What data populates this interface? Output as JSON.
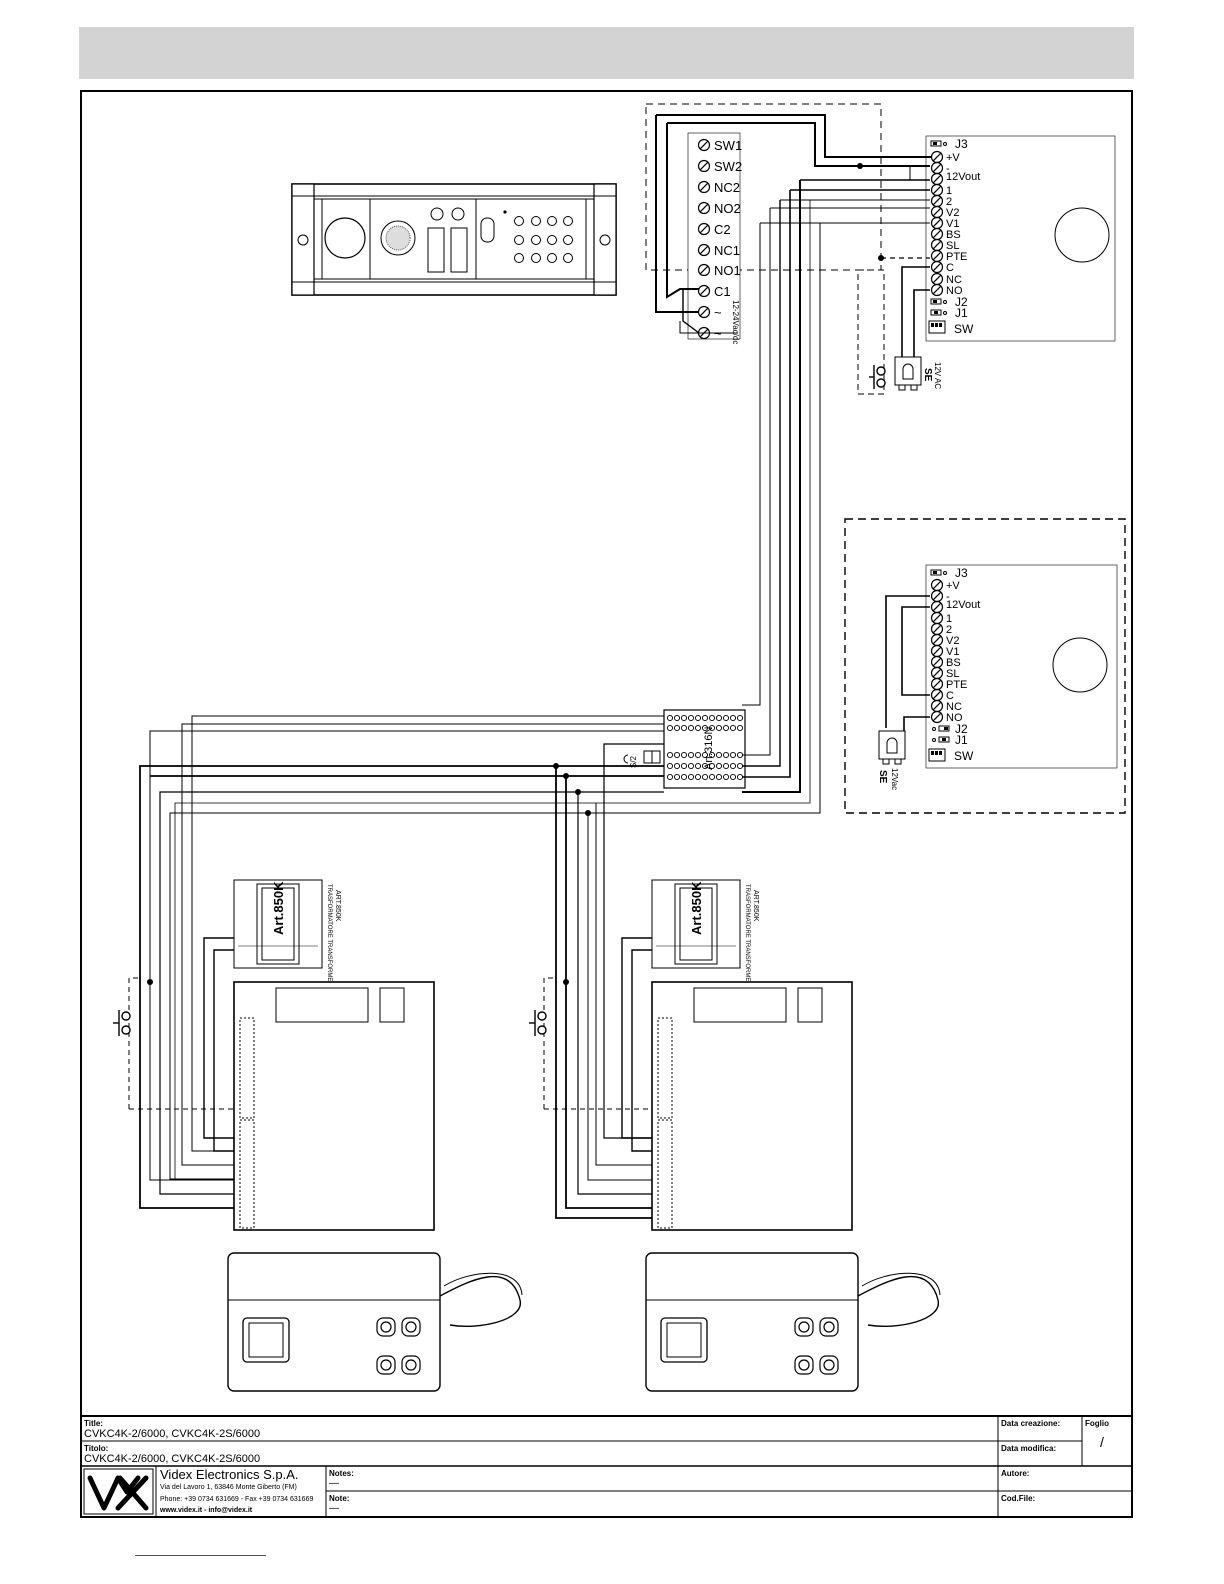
{
  "panel": {
    "terminals": [
      "SW1",
      "SW2",
      "NC2",
      "NO2",
      "C2",
      "NC1",
      "NO1",
      "C1",
      "~",
      "~"
    ],
    "supply_label": "12-24Vac/dc"
  },
  "camera_board_1": {
    "terminals": [
      "J3",
      "+V",
      "-",
      "12Vout",
      "1",
      "2",
      "V2",
      "V1",
      "BS",
      "SL",
      "PTE",
      "C",
      "NC",
      "NO",
      "J2",
      "J1",
      "SW"
    ]
  },
  "camera_board_2": {
    "terminals": [
      "J3",
      "+V",
      "-",
      "12Vout",
      "1",
      "2",
      "V2",
      "V1",
      "BS",
      "SL",
      "PTE",
      "C",
      "NC",
      "NO",
      "J2",
      "J1",
      "SW"
    ]
  },
  "lock_1": {
    "label": "SE",
    "sublabel": "12V AC"
  },
  "lock_2": {
    "label": "SE",
    "sublabel": "12Vac"
  },
  "distributor": {
    "model": "Art.316N",
    "jumper_label": "S/2"
  },
  "transformers": [
    {
      "model": "Art.850K",
      "label": "TRASFORMATORE TRANSFORMER",
      "code": "ART.850K"
    },
    {
      "model": "Art.850K",
      "label": "TRASFORMATORE TRANSFORMER",
      "code": "ART.850K"
    }
  ],
  "title_block": {
    "title_label": "Title:",
    "title_value": "CVKC4K-2/6000, CVKC4K-2S/6000",
    "titolo_label": "Titolo:",
    "titolo_value": "CVKC4K-2/6000, CVKC4K-2S/6000",
    "company": "Videx Electronics S.p.A.",
    "address": "Via del Lavoro 1, 63846 Monte Giberto (FM)",
    "phone": "Phone: +39 0734 631669 - Fax +39 0734 631669",
    "web": "www.videx.it - info@videx.it",
    "notes_label": "Notes:",
    "notes_value": "—",
    "note_label": "Note:",
    "note_value": "—",
    "data_creazione_label": "Data creazione:",
    "data_modifica_label": "Data modifica:",
    "autore_label": "Autore:",
    "cod_file_label": "Cod.File:",
    "foglio_label": "Foglio",
    "foglio_value": "/"
  }
}
